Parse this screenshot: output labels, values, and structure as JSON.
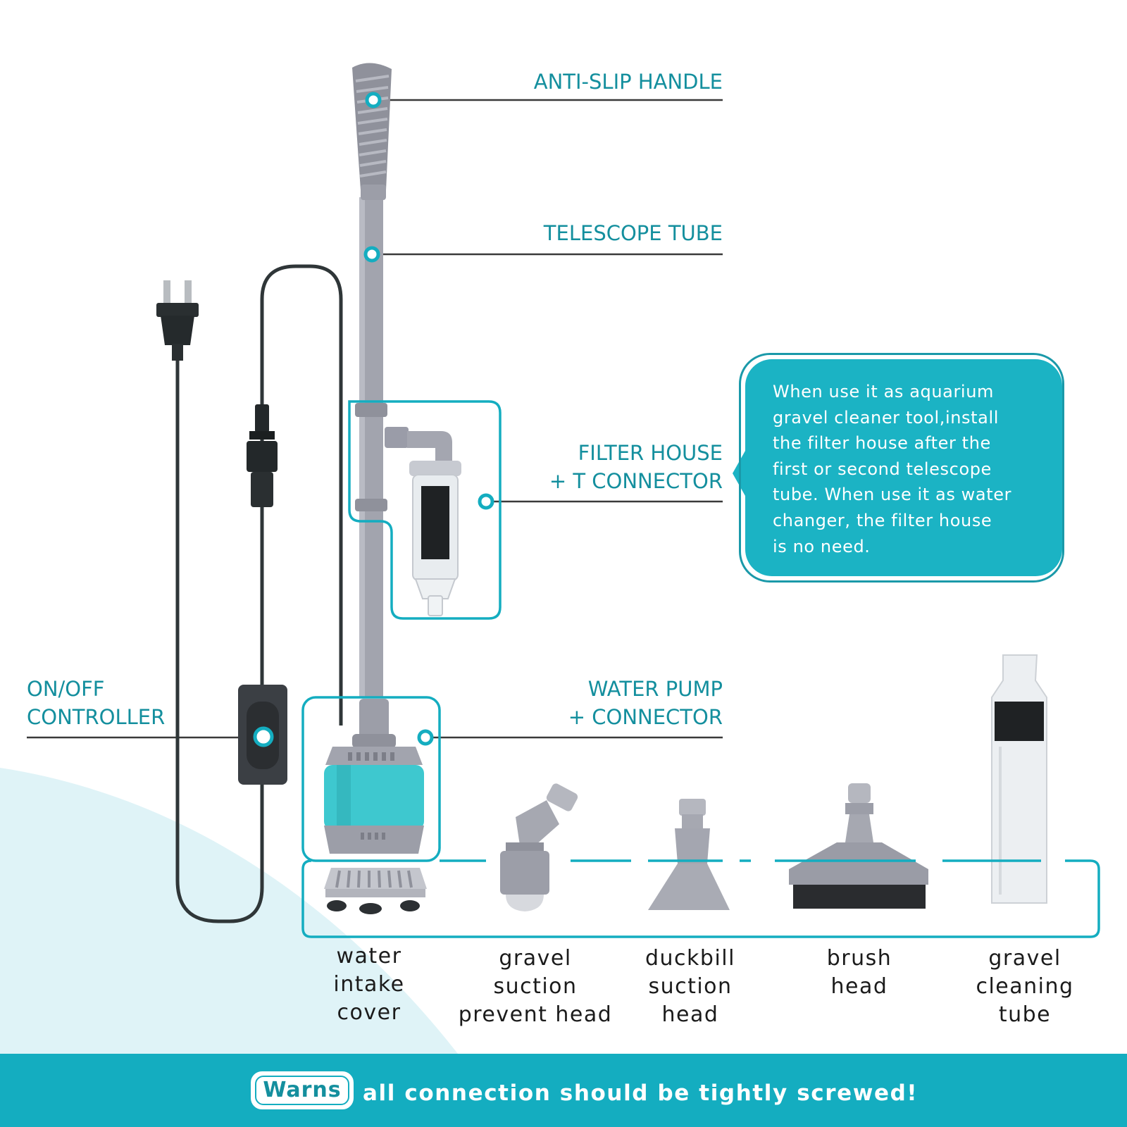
{
  "labels": {
    "anti_slip_handle": "ANTI-SLIP HANDLE",
    "telescope_tube": "TELESCOPE TUBE",
    "filter_house_line1": "FILTER HOUSE",
    "filter_house_line2": "+ T CONNECTOR",
    "water_pump_line1": "WATER   PUMP",
    "water_pump_line2": "+ CONNECTOR",
    "on_off_line1": "ON/OFF",
    "on_off_line2": "CONTROLLER"
  },
  "callout": {
    "lines": [
      "When use it as aquarium",
      "gravel cleaner tool,install",
      "the filter house after the",
      "first or second telescope",
      "tube. When use it as water",
      "changer, the filter house",
      "is no need."
    ]
  },
  "accessories": [
    {
      "lines": [
        "water",
        "intake",
        "cover"
      ]
    },
    {
      "lines": [
        "gravel",
        "suction",
        "prevent head"
      ]
    },
    {
      "lines": [
        "duckbill",
        "suction",
        "head"
      ]
    },
    {
      "lines": [
        "brush",
        "head"
      ]
    },
    {
      "lines": [
        "gravel",
        "cleaning",
        "tube"
      ]
    }
  ],
  "footer": {
    "badge": "Warns",
    "message": "all connection should be tightly screwed!"
  },
  "colors": {
    "teal_text": "#148f9e",
    "callout_fill": "#1bb3c4",
    "footer_fill": "#14adc0",
    "pump_accent": "#3ec8cf",
    "body_gray": "#9a9ca8"
  }
}
